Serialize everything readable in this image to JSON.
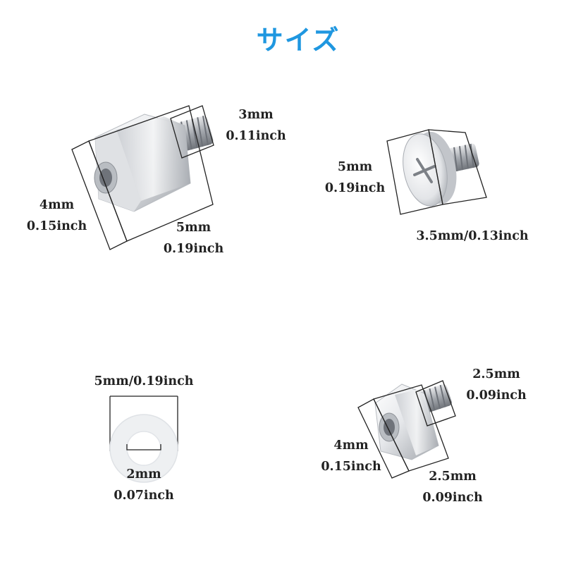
{
  "title": "サイズ",
  "colors": {
    "title": "#1f97e0",
    "metal_light": "#f2f3f5",
    "metal_dark": "#8a8e95",
    "washer": "#eef0f2"
  },
  "standoff": {
    "thread_length": {
      "mm": "3mm",
      "inch": "0.11inch"
    },
    "width": {
      "mm": "4mm",
      "inch": "0.15inch"
    },
    "body_length": {
      "mm": "5mm",
      "inch": "0.19inch"
    }
  },
  "screw": {
    "head_diameter": {
      "mm": "5mm",
      "inch": "0.19inch"
    },
    "length": "3.5mm/0.13inch"
  },
  "washer": {
    "outer_diameter": "5mm/0.19inch",
    "inner_diameter": {
      "mm": "2mm",
      "inch": "0.07inch"
    }
  },
  "small_standoff": {
    "thread_length": {
      "mm": "2.5mm",
      "inch": "0.09inch"
    },
    "width": {
      "mm": "4mm",
      "inch": "0.15inch"
    },
    "body_length": {
      "mm": "2.5mm",
      "inch": "0.09inch"
    }
  }
}
